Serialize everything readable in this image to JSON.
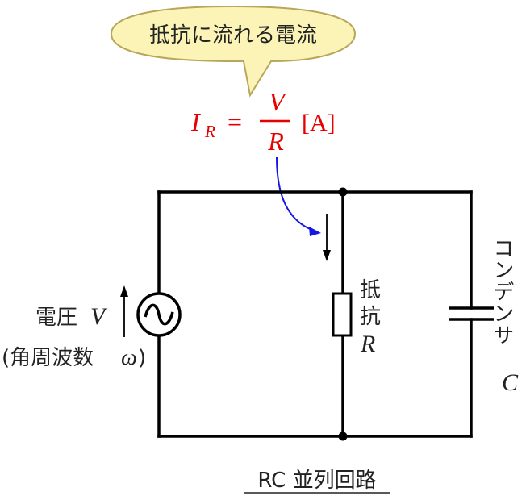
{
  "callout": {
    "text": "抵抗に流れる電流"
  },
  "formula": {
    "lhs_symbol": "I",
    "lhs_subscript": "R",
    "equals": "=",
    "numerator": "V",
    "denominator": "R",
    "unit": "[A]"
  },
  "source": {
    "label_line1": "電圧",
    "label_symbol": "V",
    "label_line2": "(角周波数",
    "label_symbol2": "ω",
    "label_close": ")"
  },
  "resistor": {
    "label_char1": "抵",
    "label_char2": "抗",
    "label_symbol": "R"
  },
  "capacitor": {
    "label_text": "コンデンサ",
    "label_symbol": "C"
  },
  "caption": {
    "text": "RC 並列回路"
  },
  "colors": {
    "wire": "#000000",
    "formula": "#e60000",
    "arrow": "#1515e6",
    "callout_fill": "#fbf4b6",
    "callout_stroke": "#b8a75a",
    "text": "#222222"
  }
}
